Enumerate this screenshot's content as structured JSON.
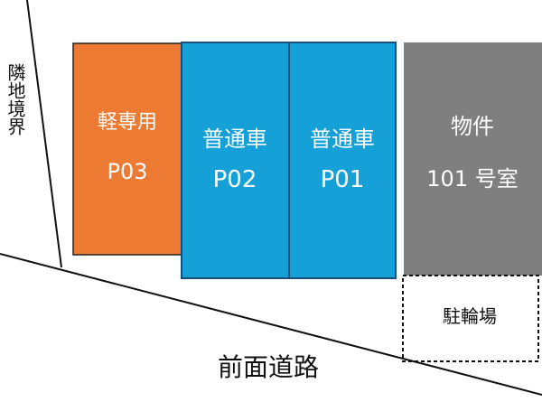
{
  "boundary": {
    "label": "隣地境界"
  },
  "road": {
    "label": "前面道路"
  },
  "spaces": [
    {
      "id": "p03",
      "type_label": "軽専用",
      "code_label": "P03",
      "fill": "#EC7A33",
      "stroke": "#222222"
    },
    {
      "id": "p02",
      "type_label": "普通車",
      "code_label": "P02",
      "fill": "#15A0D8",
      "stroke": "#1A4E79"
    },
    {
      "id": "p01",
      "type_label": "普通車",
      "code_label": "P01",
      "fill": "#15A0D8",
      "stroke": "#1A4E79"
    }
  ],
  "building": {
    "title": "物件",
    "room": "101 号室",
    "fill": "#7F7F7F"
  },
  "bicycle": {
    "label": "駐輪場"
  }
}
